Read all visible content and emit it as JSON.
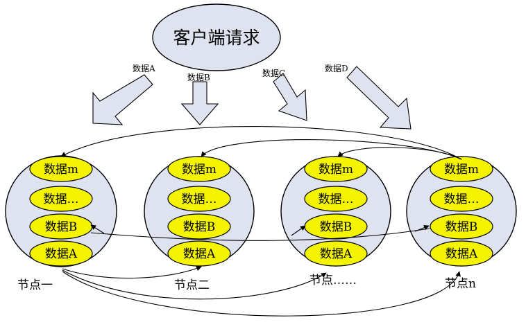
{
  "client": {
    "label": "客户端请求"
  },
  "inputs": [
    {
      "label": "数据A"
    },
    {
      "label": "数据B"
    },
    {
      "label": "数据C"
    },
    {
      "label": "数据D"
    }
  ],
  "nodes": [
    {
      "label": "节点一",
      "items": [
        "数据m",
        "数据…",
        "数据B",
        "数据A"
      ]
    },
    {
      "label": "节点二",
      "items": [
        "数据m",
        "数据…",
        "数据B",
        "数据A"
      ]
    },
    {
      "label": "节点……",
      "items": [
        "数据m",
        "数据…",
        "数据B",
        "数据A"
      ]
    },
    {
      "label": "节点n",
      "items": [
        "数据m",
        "数据…",
        "数据B",
        "数据A"
      ]
    }
  ],
  "colors": {
    "node_fill": "#dfe3ef",
    "data_fill": "#f4f400",
    "stroke": "#000000"
  }
}
